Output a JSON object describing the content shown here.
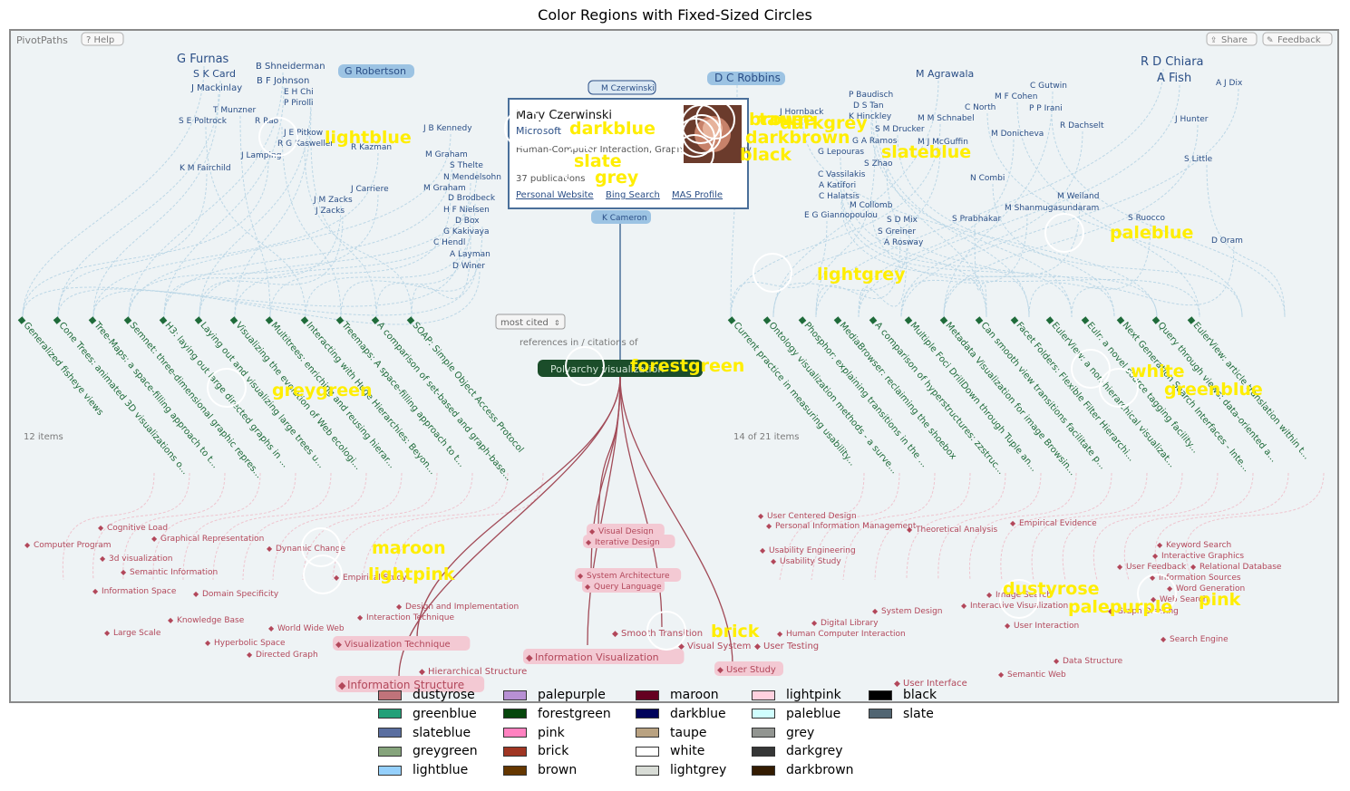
{
  "figure": {
    "title": "Color Regions with Fixed-Sized Circles"
  },
  "app": {
    "name": "PivotPaths",
    "help_label": "? Help",
    "share_label": "Share",
    "feedback_label": "Feedback",
    "sort_select_value": "most cited",
    "sort_caption": "references in / citations of",
    "center_node_label": "Polyarchy visualization",
    "left_count": "12 items",
    "right_count": "14 of 21 items"
  },
  "card": {
    "name": "Mary Czerwinski",
    "affiliation": "Microsoft",
    "interests": "Human-Computer Interaction, Graphics, Psychology",
    "publications": "37 publications",
    "links": [
      "Personal Website",
      "Bing Search",
      "MAS Profile"
    ],
    "top_chip": "M Czerwinski",
    "bottom_chip": "K Cameron"
  },
  "authors_left": [
    "G Furnas",
    "S K Card",
    "J Mackinlay",
    "B Shneiderman",
    "B F Johnson",
    "E H Chi",
    "P Pirolli",
    "T Munzner",
    "S E Poltrock",
    "R Rao",
    "J E Pitkow",
    "R G Kasweller",
    "J Lamping",
    "K M Fairchild",
    "R Kazman",
    "J B Kennedy",
    "M Graham",
    "S Thelte",
    "N Mendelsohn",
    "M Graham",
    "D Brodbeck",
    "H F Nielsen",
    "D Box",
    "G Kakivaya",
    "C Hendl",
    "A Layman",
    "D Winer",
    "J Carriere",
    "J M Zacks",
    "J Zacks"
  ],
  "authors_right": [
    "D C Robbins",
    "M Agrawala",
    "R D Chiara",
    "A Fish",
    "A J Dix",
    "C Gutwin",
    "P Baudisch",
    "D S Tan",
    "K Hinckley",
    "S M Drucker",
    "J Hornback",
    "M F Cohen",
    "C North",
    "P P Irani",
    "M M Schnabel",
    "M J McGuffin",
    "G A Ramos",
    "M Donicheva",
    "R Dachselt",
    "J Hunter",
    "G Lepouras",
    "S Zhao",
    "C Vassilakis",
    "A Katifori",
    "C Halatsis",
    "M Collomb",
    "N Combi",
    "S Little",
    "E G Giannopoulou",
    "S D Mix",
    "S Greiner",
    "A Rosway",
    "M Shanmugasundaram",
    "M Weiland",
    "S Prabhakar",
    "S Ruocco",
    "D Oram"
  ],
  "papers_left": [
    "Generalized fisheye views",
    "Cone Trees: animated 3D visualizations o...",
    "Tree-Maps: a space-filling approach to t...",
    "Semnet: three-dimensional graphic repres...",
    "H3: laying out large directed graphs in ...",
    "Laying out and visualizing large trees u...",
    "Visualizing the evolution of Web ecologi...",
    "Multitrees: enriching and reusing hierar...",
    "Interacting with Huge Hierarchies: Beyon...",
    "Treemaps: A space-filling approach to t...",
    "A comparison of set-based and graph-base...",
    "SOAP: Simple Object Access Protocol"
  ],
  "papers_right": [
    "Current practice in measuring usability...",
    "Ontology visualization methods - a surve...",
    "Phosphor: explaining transitions in the ...",
    "MediaBrowser: reclaiming the shoebox",
    "A comparison of hyperstructures: zzstruc...",
    "Multiple Foci DrillDown through Tuple an...",
    "Metadata Visualization for image Browsin...",
    "Can smooth view transitions facilitate p...",
    "Facet Folders: Flexible Filter Hierarchi...",
    "EulerView: a non-hierarchical visualizat...",
    "Eulr: a novel source tagging facility...",
    "Next Generation Search Interfaces - Inte...",
    "Query through views: data-oriented a...",
    "EulerView: article translation within t..."
  ],
  "keywords": [
    "Cognitive Load",
    "Computer Program",
    "Graphical Representation",
    "3d visualization",
    "Semantic Information",
    "Dynamic Change",
    "Empirical Study",
    "Information Space",
    "Domain Specificity",
    "Design and Implementation",
    "Knowledge Base",
    "Interaction Technique",
    "Large Scale",
    "World Wide Web",
    "Hyperbolic Space",
    "Directed Graph",
    "Visualization Technique",
    "Hierarchical Structure",
    "Information Structure",
    "Visual Design",
    "Iterative Design",
    "System Architecture",
    "Query Language",
    "Smooth Transition",
    "Visual System",
    "Information Visualization",
    "User Testing",
    "User Study",
    "User Centered Design",
    "Personal Information Management",
    "Theoretical Analysis",
    "Empirical Evidence",
    "Usability Engineering",
    "Usability Study",
    "Digital Library",
    "Human Computer Interaction",
    "System Design",
    "User Interface",
    "Semantic Web",
    "Data Structure",
    "Keyword Search",
    "Interactive Graphics",
    "User Feedback",
    "Relational Database",
    "Information Sources",
    "Word Generation",
    "Web Search",
    "Image Search",
    "Interactive Visualization",
    "Graph Drawing",
    "User Interaction",
    "Search Engine"
  ],
  "overlay_labels": [
    "lightblue",
    "darkblue",
    "brown",
    "taupe",
    "darkgrey",
    "darkbrown",
    "black",
    "slate",
    "grey",
    "slateblue",
    "paleblue",
    "lightgrey",
    "forestgreen",
    "greygreen",
    "white",
    "greenblue",
    "maroon",
    "lightpink",
    "brick",
    "dustyrose",
    "palepurple",
    "pink"
  ],
  "legend": [
    {
      "label": "dustyrose",
      "color": "#c0737a"
    },
    {
      "label": "greenblue",
      "color": "#23a078"
    },
    {
      "label": "slateblue",
      "color": "#5a6ea0"
    },
    {
      "label": "greygreen",
      "color": "#86a47c"
    },
    {
      "label": "lightblue",
      "color": "#95d0fc"
    },
    {
      "label": "palepurple",
      "color": "#b790d4"
    },
    {
      "label": "forestgreen",
      "color": "#06470c"
    },
    {
      "label": "pink",
      "color": "#ff81c0"
    },
    {
      "label": "brick",
      "color": "#a03623"
    },
    {
      "label": "brown",
      "color": "#653700"
    },
    {
      "label": "maroon",
      "color": "#650021"
    },
    {
      "label": "darkblue",
      "color": "#00035b"
    },
    {
      "label": "taupe",
      "color": "#b9a281"
    },
    {
      "label": "white",
      "color": "#ffffff"
    },
    {
      "label": "lightgrey",
      "color": "#d8dcd6"
    },
    {
      "label": "lightpink",
      "color": "#ffd1df"
    },
    {
      "label": "paleblue",
      "color": "#d0fefe"
    },
    {
      "label": "grey",
      "color": "#929591"
    },
    {
      "label": "darkgrey",
      "color": "#363737"
    },
    {
      "label": "darkbrown",
      "color": "#341c02"
    },
    {
      "label": "black",
      "color": "#000000"
    },
    {
      "label": "slate",
      "color": "#516572"
    }
  ],
  "colors": {
    "panel_bg": "#eef3f5",
    "author_text": "#2a4e86",
    "author_chip": "#9cc3e3",
    "paper_text": "#1f6b3a",
    "keyword_text": "#b2475a",
    "keyword_chip": "#f3c9d3",
    "center_node": "#1b4d2a",
    "overlay_text": "#ffee00"
  }
}
